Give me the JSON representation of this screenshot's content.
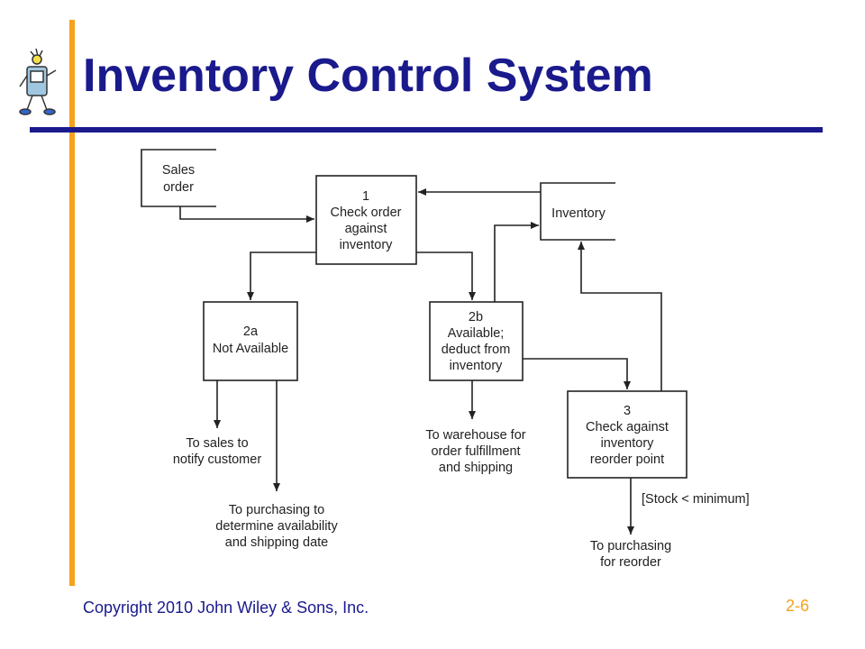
{
  "slide": {
    "title": "Inventory Control System",
    "footer_copyright": "Copyright 2010 John Wiley & Sons, Inc.",
    "page_number": "2-6",
    "colors": {
      "title": "#1A1A8C",
      "accent_bar": "#F5A21C",
      "rule": "#1A1A8C",
      "diagram_line": "#222222"
    },
    "logo_icon": "cartoon-computer-mascot-icon"
  },
  "diagram": {
    "sales_order": {
      "line1": "Sales",
      "line2": "order"
    },
    "inventory_store": {
      "label": "Inventory"
    },
    "process_1": {
      "num": "1",
      "line1": "Check order",
      "line2": "against",
      "line3": "inventory"
    },
    "process_2a": {
      "num": "2a",
      "line1": "Not Available"
    },
    "process_2b": {
      "num": "2b",
      "line1": "Available;",
      "line2": "deduct from",
      "line3": "inventory"
    },
    "process_3": {
      "num": "3",
      "line1": "Check against",
      "line2": "inventory",
      "line3": "reorder point"
    },
    "out_sales": {
      "line1": "To sales to",
      "line2": "notify customer"
    },
    "out_purchasing_avail": {
      "line1": "To purchasing to",
      "line2": "determine availability",
      "line3": "and shipping date"
    },
    "out_warehouse": {
      "line1": "To warehouse for",
      "line2": "order fulfillment",
      "line3": "and shipping"
    },
    "condition": {
      "label": "[Stock < minimum]"
    },
    "out_reorder": {
      "line1": "To purchasing",
      "line2": "for reorder"
    }
  }
}
